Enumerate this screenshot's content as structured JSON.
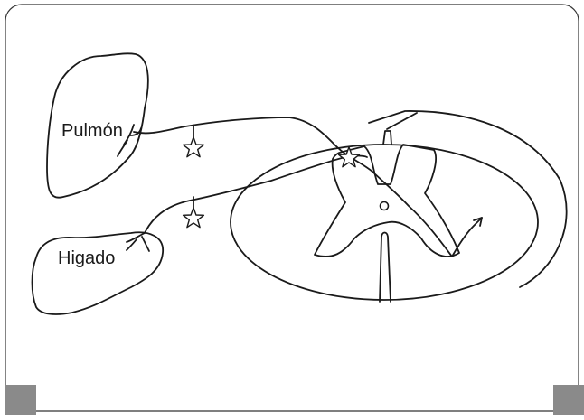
{
  "diagram": {
    "organs": [
      {
        "id": "lung",
        "label": "Pulmón"
      },
      {
        "id": "liver",
        "label": "Higado"
      }
    ],
    "colors": {
      "ink": "#1a1a1a",
      "corner_squares": "#8a8a8a",
      "frame": "#333333"
    }
  }
}
